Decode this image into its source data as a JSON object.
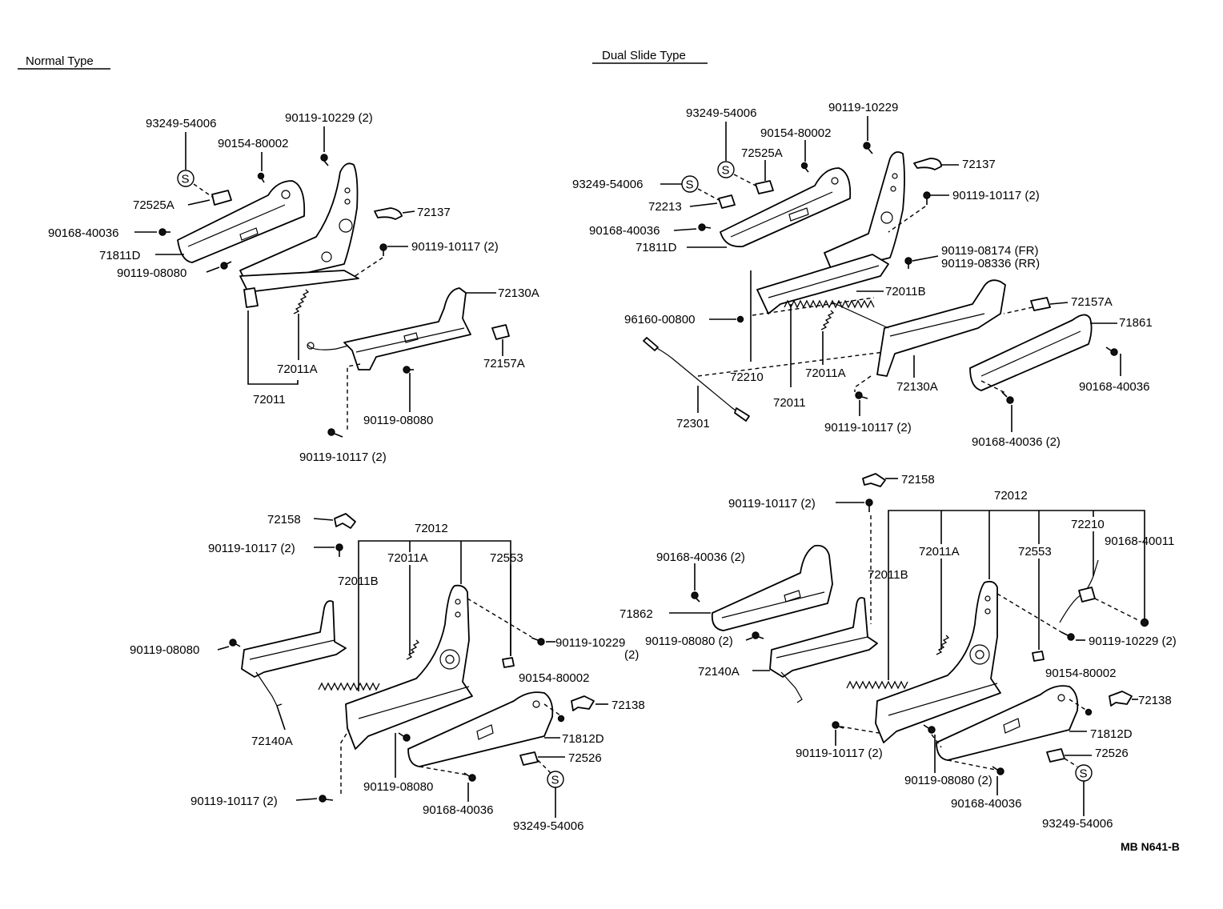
{
  "sections": {
    "normal_title": "Normal Type",
    "dual_title": "Dual Slide Type"
  },
  "symbol": "S",
  "diagram_code": "MB N641-B",
  "labels": {
    "tl": {
      "p93249": "93249-54006",
      "p90119_10229": "90119-10229 (2)",
      "p90154": "90154-80002",
      "p72525A": "72525A",
      "p90168": "90168-40036",
      "p71811D": "71811D",
      "p90119_08080a": "90119-08080",
      "p72137": "72137",
      "p90119_10117a": "90119-10117 (2)",
      "p72130A": "72130A",
      "p72157A": "72157A",
      "p72011A": "72011A",
      "p72011": "72011",
      "p90119_08080b": "90119-08080",
      "p90119_10117b": "90119-10117 (2)"
    },
    "tr": {
      "p93249a": "93249-54006",
      "p90119_10229": "90119-10229",
      "p90154": "90154-80002",
      "p72525A": "72525A",
      "p93249b": "93249-54006",
      "p72137": "72137",
      "p72213": "72213",
      "p90119_10117a": "90119-10117 (2)",
      "p90168a": "90168-40036",
      "p71811D": "71811D",
      "p90119_08174": "90119-08174 (FR)",
      "p90119_08336": "90119-08336 (RR)",
      "p72011B": "72011B",
      "p96160": "96160-00800",
      "p72157A": "72157A",
      "p71861": "71861",
      "p72210": "72210",
      "p72011A": "72011A",
      "p72130A": "72130A",
      "p90168b": "90168-40036",
      "p72011": "72011",
      "p72301": "72301",
      "p90119_10117b": "90119-10117 (2)",
      "p90168c": "90168-40036 (2)"
    },
    "bl": {
      "p72158": "72158",
      "p72012": "72012",
      "p90119_10117a": "90119-10117 (2)",
      "p72011A": "72011A",
      "p72553": "72553",
      "p72011B": "72011B",
      "p90119_08080a": "90119-08080",
      "p90119_10229": "90119-10229",
      "p90119_10229q": "(2)",
      "p90154": "90154-80002",
      "p72138": "72138",
      "p72140A": "72140A",
      "p71812D": "71812D",
      "p72526": "72526",
      "p90119_08080b": "90119-08080",
      "p90119_10117b": "90119-10117 (2)",
      "p90168": "90168-40036",
      "p93249": "93249-54006"
    },
    "br": {
      "p72158": "72158",
      "p90119_10117a": "90119-10117 (2)",
      "p72012": "72012",
      "p72210": "72210",
      "p90168_40011": "90168-40011",
      "p90168_40036a": "90168-40036 (2)",
      "p72011A": "72011A",
      "p72553": "72553",
      "p72011B": "72011B",
      "p71862": "71862",
      "p90119_08080a": "90119-08080 (2)",
      "p90119_10229": "90119-10229 (2)",
      "p72140A": "72140A",
      "p90154": "90154-80002",
      "p72138": "72138",
      "p71812D": "71812D",
      "p90119_10117b": "90119-10117 (2)",
      "p72526": "72526",
      "p90119_08080b": "90119-08080 (2)",
      "p90168_40036b": "90168-40036",
      "p93249": "93249-54006"
    }
  }
}
